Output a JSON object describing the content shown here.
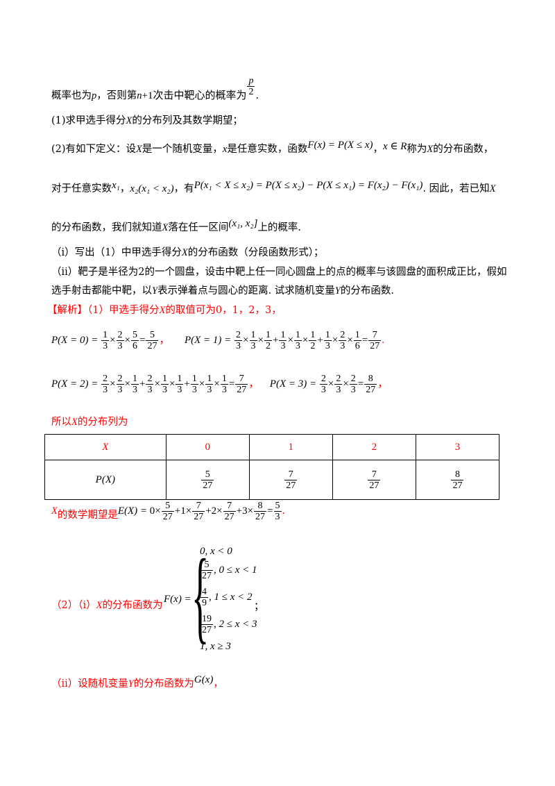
{
  "lines": {
    "l1_a": "概率也为",
    "l1_p": "p",
    "l1_b": "，否则第",
    "l1_n": "n",
    "l1_c": "+1次击中靶心的概率为",
    "l1_num": "p",
    "l1_den": "2",
    "l1_end": ".",
    "q1": "(1)求甲选手得分",
    "q1_x": "X",
    "q1_b": "的分布列及其数学期望；",
    "q2_a": "(2)有如下定义：设",
    "q2_x": "X",
    "q2_b": "是一个随机变量，",
    "q2_xs": "x",
    "q2_c": "是任意实数，函数",
    "q2_f": "F(x) = P(X ≤ x)",
    "q2_comma": "，",
    "q2_r": "x ∈ R",
    "q2_d": "称为",
    "q2_x2": "X",
    "q2_e": "的分布函数，",
    "q3_a": "对于任意实数",
    "q3_x1": "x₁",
    "q3_b": "，",
    "q3_x2": "x₂(x₁ < x₂)",
    "q3_c": "，有",
    "q3_f": "P(x₁ < X ≤ x₂) = P(X ≤ x₂) − P(X ≤ x₁) = F(x₂) − F(x₁)",
    "q3_d": ". 因此，若已知",
    "q3_x": "X",
    "q4_a": "的分布函数，我们就知道",
    "q4_x": "X",
    "q4_b": "落在任一区间",
    "q4_int": "(x₁, x₂]",
    "q4_c": "上的概率.",
    "qi_a": "（i）写出（1）中甲选手得分",
    "qi_x": "X",
    "qi_b": "的分布函数（分段函数形式）；",
    "qii_a": "（ii）靶子是半径为2的一个圆盘，设击中靶上任一同心圆盘上的点的概率与该圆盘的面积成正比，假如",
    "qii_b": "选手射击都能中靶，以",
    "qii_y": "Y",
    "qii_c": "表示弹着点与圆心的距离. 试求随机变量",
    "qii_y2": "Y",
    "qii_d": "的分布函数.",
    "sol_tag": "【解析】",
    "sol_a": "（1）甲选手得分",
    "sol_x": "X",
    "sol_b": "的取值可为0，1，2，3，",
    "p0": "P(X = 0) =",
    "p1": "P(X = 1) =",
    "p2": "P(X = 2) =",
    "p3": "P(X = 3) =",
    "list_a": "所以",
    "list_x": "X",
    "list_b": "的分布列为",
    "ex_x": "X",
    "ex_a": "的数学期望是",
    "ex_f": "E(X) =",
    "s2_a": "（2）（i）",
    "s2_x": "X",
    "s2_b": "的分布函数为",
    "s2_f": "F(x) =",
    "s2_semi": "；",
    "s3_a": "（ii）设随机变量",
    "s3_y": "Y",
    "s3_b": "的分布函数为",
    "s3_g": "G(x)",
    "s3_c": "，"
  },
  "table": {
    "header": [
      "X",
      "0",
      "1",
      "2",
      "3"
    ],
    "row_label": "P(X)",
    "num": [
      "5",
      "7",
      "7",
      "8"
    ],
    "den": [
      "27",
      "27",
      "27",
      "27"
    ]
  },
  "cases": {
    "c1": "0, x < 0",
    "c2_n": "5",
    "c2_d": "27",
    "c2": ", 0 ≤ x < 1",
    "c3_n": "4",
    "c3_d": "9",
    "c3": ", 1 ≤ x < 2",
    "c4_n": "19",
    "c4_d": "27",
    "c4": ", 2 ≤ x < 3",
    "c5": "1, x ≥ 3"
  },
  "sym": {
    "times": "×",
    "plus": "+",
    "eq": "=",
    "comma": "，",
    "period": "."
  }
}
